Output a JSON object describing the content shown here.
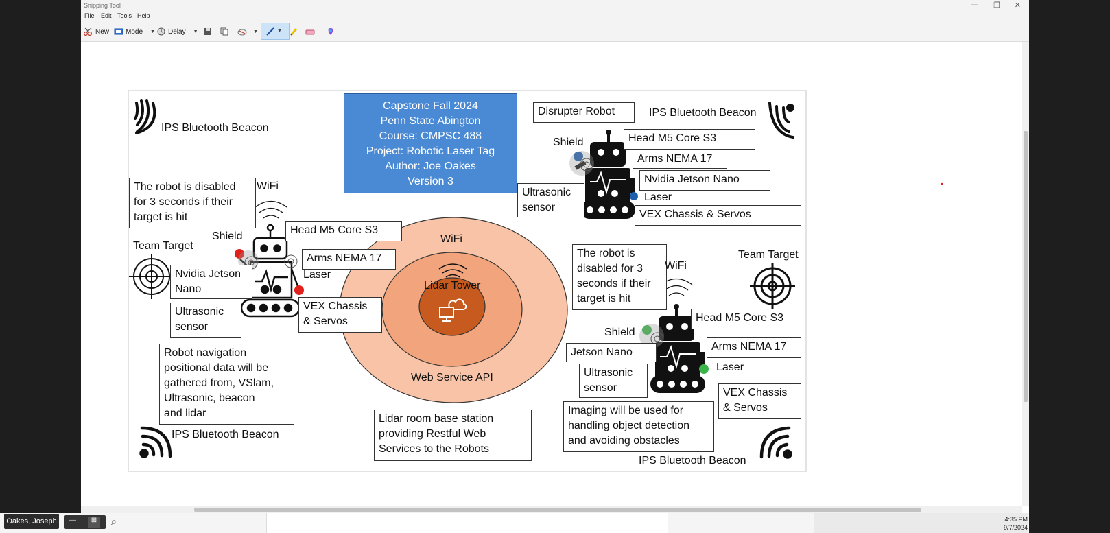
{
  "window": {
    "title": "Snipping Tool",
    "menu": [
      "File",
      "Edit",
      "Tools",
      "Help"
    ],
    "controls": {
      "minimize": "—",
      "restore": "❐",
      "close": "✕"
    }
  },
  "toolbar": {
    "new_label": "New",
    "mode_label": "Mode",
    "delay_label": "Delay"
  },
  "slide": {
    "title_lines": [
      "Capstone Fall 2024",
      "Penn State Abington",
      "Course: CMPSC 488",
      "Project: Robotic Laser Tag",
      "Author: Joe Oakes",
      "Version 3"
    ],
    "beacon_label": "IPS Bluetooth Beacon",
    "disrupter_robot": "Disrupter Robot",
    "shield": "Shield",
    "wifi": "WiFi",
    "laser": "Laser",
    "team_target": "Team Target",
    "head": "Head M5 Core S3",
    "arms": "Arms NEMA 17",
    "nvidia": "Nvidia Jetson Nano",
    "nvidia_split": "Nvidia Jetson\nNano",
    "jetson": "Jetson Nano",
    "ultrasonic": "Ultrasonic\nsensor",
    "vex": "VEX Chassis & Servos",
    "vex_split": "VEX Chassis\n& Servos",
    "disabled_left": "The robot is disabled\nfor 3 seconds if their\ntarget is hit",
    "disabled_right": "The robot is\ndisabled for 3\nseconds if their\ntarget is hit",
    "navigation": "Robot navigation\npositional data will be\ngathered from, VSlam,\nUltrasonic, beacon\nand lidar",
    "lidar_station": "Lidar room base station\nproviding Restful Web\nServices to the Robots",
    "imaging": "Imaging will be used for\nhandling object detection\nand avoiding obstacles",
    "lidar_tower": "Lidar Tower",
    "web_service": "Web Service API"
  },
  "taskbar": {
    "user": "Oakes, Joseph",
    "time": "4:35 PM",
    "date": "9/7/2024"
  },
  "colors": {
    "title_box": "#4a8ad4",
    "outer_ring": "#f8c3a6",
    "middle_ring": "#f2a57c",
    "inner_ring": "#c75a1e",
    "red_dot": "#e0201b",
    "blue_dot": "#1f5fae",
    "green_dot": "#3bb54a"
  }
}
